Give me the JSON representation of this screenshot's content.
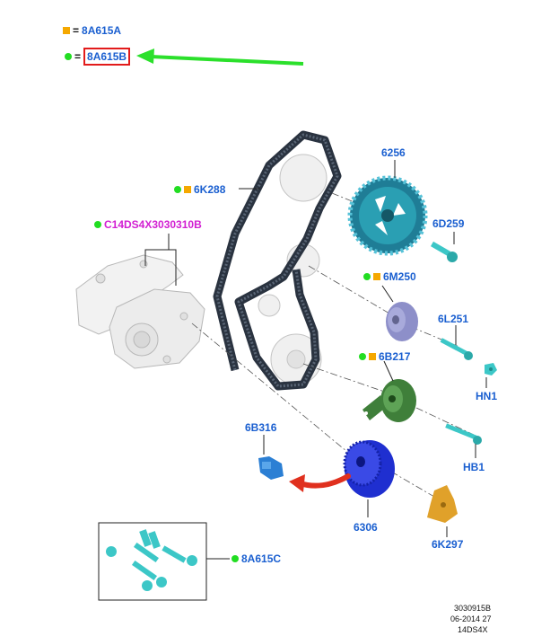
{
  "legend": {
    "square_code": "8A615A",
    "dot_code": "8A615B",
    "equals": "="
  },
  "parts": {
    "p6256": "6256",
    "p6K288": "6K288",
    "p6D259": "6D259",
    "pC14": "C14DS4X3030310B",
    "p6M250": "6M250",
    "p6L251": "6L251",
    "p6B217": "6B217",
    "pHN1": "HN1",
    "p6B316": "6B316",
    "pHB1": "HB1",
    "p6306": "6306",
    "p6K297": "6K297",
    "p8A615C": "8A615C"
  },
  "footer": {
    "line1": "3030915B",
    "line2": "06-2014 27",
    "line3": "14DS4X"
  },
  "colors": {
    "label_blue": "#1a5fd0",
    "magenta": "#d21fd2",
    "marker_green": "#22dd22",
    "marker_orange": "#f5a800",
    "highlight_red": "#e21b1b",
    "arrow_green": "#2be02b",
    "belt": "#2a3340",
    "sprocket_teal": "#2a9fb3",
    "bolt_cyan": "#3cc7c7",
    "idler_lavender": "#8d8fc9",
    "tensioner_green": "#3f7f3a",
    "crank_blue": "#1f2fd0",
    "sensor_blue": "#2b7fd4",
    "bracket_gold": "#e0a12a",
    "red_arrow": "#e0301e"
  }
}
